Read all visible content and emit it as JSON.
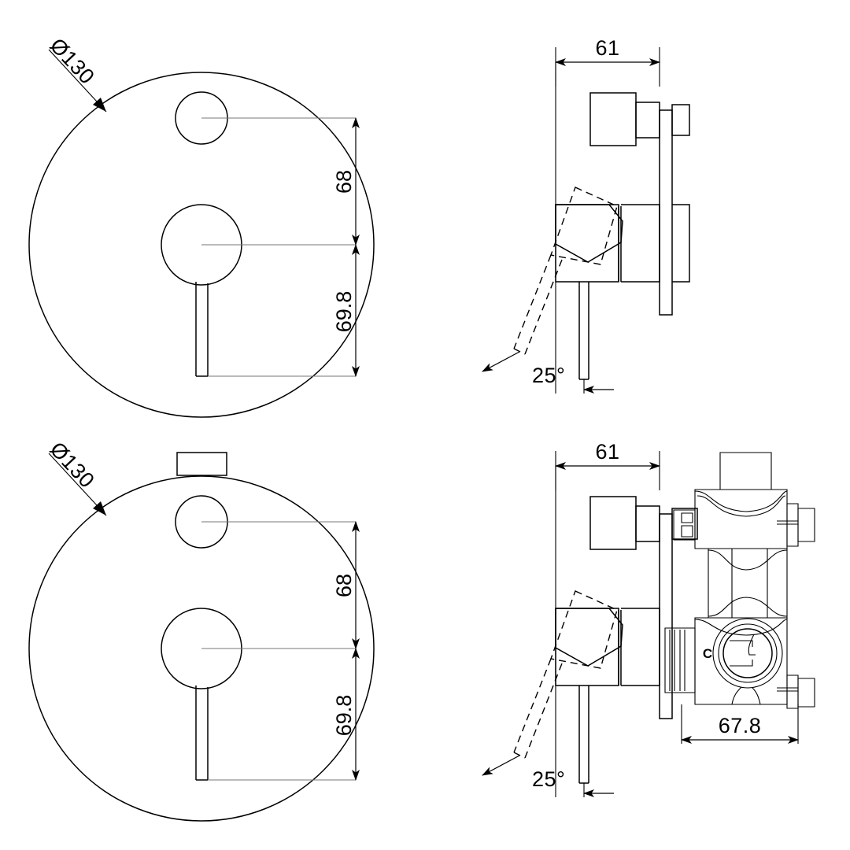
{
  "drawing": {
    "title": "Wall mixer with diverter - dimensioned technical drawing",
    "line_color": "#000000",
    "background_color": "#ffffff",
    "center_line_color": "#777777",
    "units_note": "mm"
  },
  "views": {
    "top_left": {
      "name": "Front view (plain plate)",
      "diameter_label": "Ø130",
      "dim_upper_label": "68",
      "dim_lower_label": "69.8"
    },
    "top_right": {
      "name": "Side view (plain plate)",
      "width_label": "61",
      "angle_label": "25°"
    },
    "bottom_left": {
      "name": "Front view (with diverter tab)",
      "diameter_label": "Ø130",
      "dim_upper_label": "68",
      "dim_lower_label": "69.8"
    },
    "bottom_right": {
      "name": "Side view (with valve body)",
      "width_label": "61",
      "angle_label": "25°",
      "depth_label": "67.8",
      "port_mark": "C"
    }
  },
  "labels": {
    "diameter_1": "Ø130",
    "diameter_2": "Ø130",
    "v1_dim_top": "68",
    "v1_dim_bottom": "69.8",
    "v2_dim_width": "61",
    "v2_dim_angle": "25°",
    "v3_dim_top": "68",
    "v3_dim_bottom": "69.8",
    "v4_dim_width": "61",
    "v4_dim_angle": "25°",
    "v4_dim_depth": "67.8",
    "v4_cold_mark": "C"
  }
}
